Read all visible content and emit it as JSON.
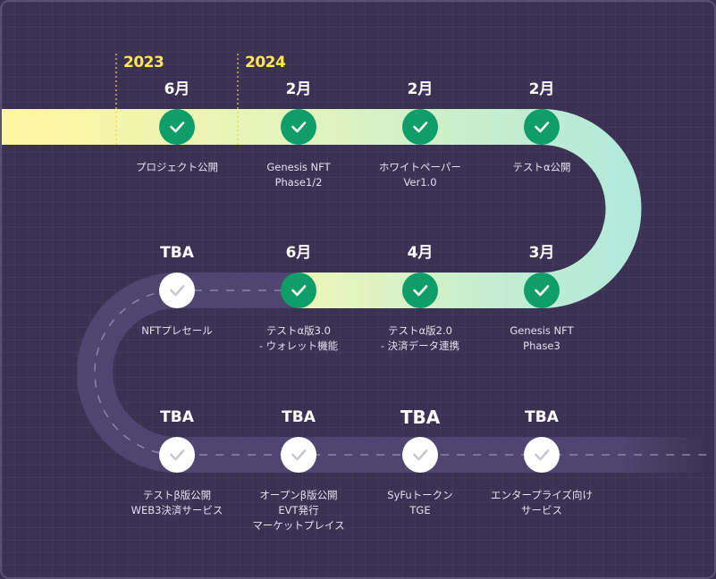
{
  "years": [
    "2023",
    "2024"
  ],
  "milestones": [
    {
      "date": "6月",
      "label": "プロジェクト公開",
      "done": true
    },
    {
      "date": "2月",
      "label": "Genesis NFT\nPhase1/2",
      "done": true
    },
    {
      "date": "2月",
      "label": "ホワイトペーパー\nVer1.0",
      "done": true
    },
    {
      "date": "2月",
      "label": "テストα公開",
      "done": true
    },
    {
      "date": "3月",
      "label": "Genesis NFT\nPhase3",
      "done": true
    },
    {
      "date": "4月",
      "label": "テストα版2.0\n- 決済データ連携",
      "done": true
    },
    {
      "date": "6月",
      "label": "テストα版3.0\n- ウォレット機能",
      "done": true
    },
    {
      "date": "TBA",
      "label": "NFTプレセール",
      "done": false
    },
    {
      "date": "TBA",
      "label": "テストβ版公開\nWEB3決済サービス",
      "done": false
    },
    {
      "date": "TBA",
      "label": "オープンβ版公開\nEVT発行\nマーケットプレイス",
      "done": false
    },
    {
      "date": "TBA",
      "label": "SyFuトークン\nTGE",
      "done": false
    },
    {
      "date": "TBA",
      "label": "エンタープライズ向け\nサービス",
      "done": false
    }
  ],
  "colors": {
    "background": "#3b3153",
    "road_start": "#fff6a0",
    "road_end": "#a5e6e4",
    "road_pending": "#4e4670",
    "done_marker": "#0f9d6a",
    "pending_marker": "#ffffff",
    "year_text": "#ffe94a"
  },
  "icons": {
    "done": "check-icon",
    "pending": "check-icon"
  }
}
